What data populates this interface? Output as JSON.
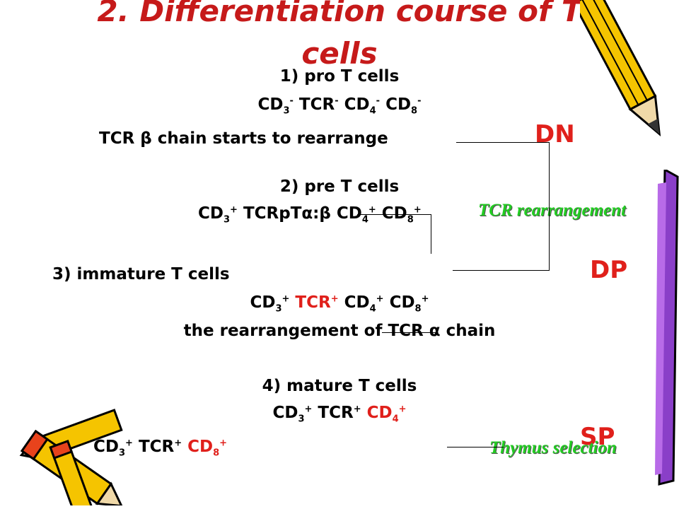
{
  "title": "2. Differentiation course of T cells",
  "title_lines": [
    "2. Differentiation course of T",
    "cells"
  ],
  "colors": {
    "title": "#c61a1a",
    "highlight": "#e0201b",
    "annotation": "#22cc22"
  },
  "stages": {
    "dn": "DN",
    "dp": "DP",
    "sp": "SP"
  },
  "steps": {
    "pro": {
      "heading": "1) pro T cells",
      "markers": [
        "CD",
        "3",
        "-",
        " TCR",
        "-",
        " CD",
        "4",
        "-",
        " CD",
        "8",
        "-"
      ],
      "note": "TCR β chain starts to rearrange"
    },
    "pre": {
      "heading": "2) pre T cells",
      "markers": [
        "CD",
        "3",
        "+",
        " TCRpTα:β CD",
        "4",
        "+",
        " CD",
        "8",
        "+"
      ]
    },
    "immature": {
      "heading": "3) immature T cells",
      "markers": [
        "CD",
        "3",
        "+",
        " TCR",
        "+",
        " CD",
        "4",
        "+",
        " CD",
        "8",
        "+"
      ],
      "note": "the rearrangement of TCR α chain"
    },
    "mature": {
      "heading": "4) mature T cells",
      "cd4_line": [
        "CD",
        "3",
        "+",
        " TCR",
        "+",
        " CD",
        "4",
        "+"
      ],
      "cd8_line": [
        "CD",
        "3",
        "+",
        " TCR",
        "+",
        " CD",
        "8",
        "+"
      ]
    }
  },
  "annotations": {
    "tcr_rearrangement": "TCR rearrangement",
    "thymus_selection": "Thymus selection"
  },
  "icons": [
    "pencil-icon",
    "pencil-icon",
    "crayon-icon"
  ]
}
